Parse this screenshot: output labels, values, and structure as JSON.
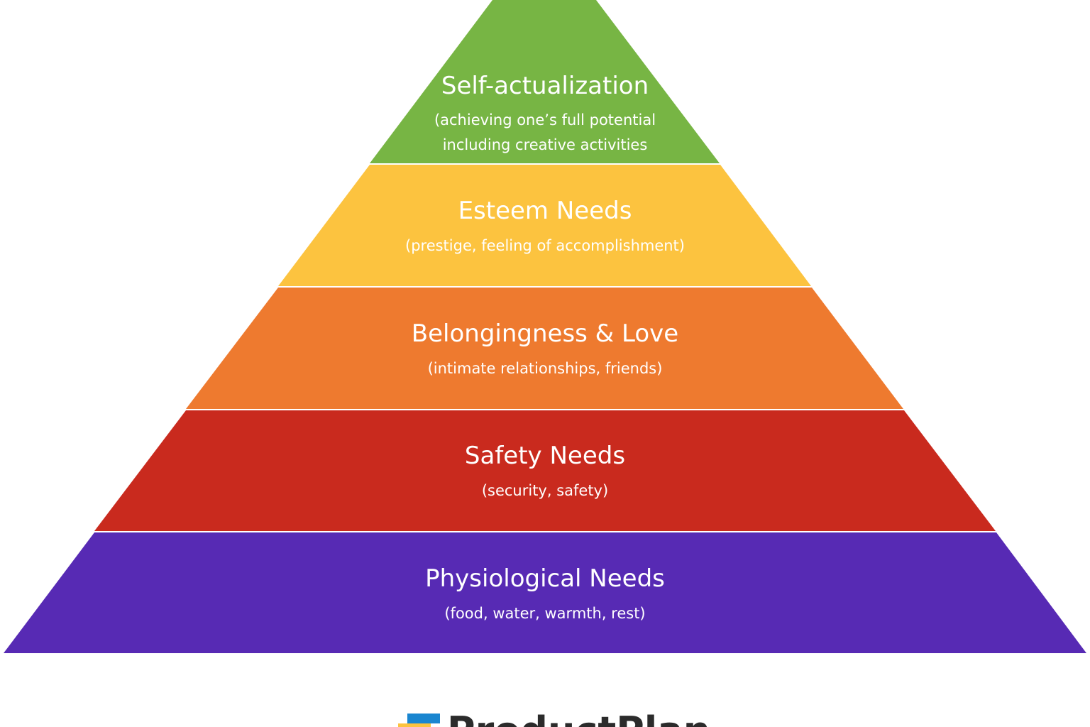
{
  "tiers": [
    {
      "id": "self-actualization",
      "title": "Self-actualization",
      "subtitle_lines": [
        "(achieving one’s full potential",
        "including creative activities"
      ],
      "color": "#77B544"
    },
    {
      "id": "esteem",
      "title": "Esteem Needs",
      "subtitle_lines": [
        "(prestige, feeling of accomplishment)"
      ],
      "color": "#FCC33F"
    },
    {
      "id": "belongingness",
      "title": "Belongingness & Love",
      "subtitle_lines": [
        "(intimate relationships, friends)"
      ],
      "color": "#EE7A2F"
    },
    {
      "id": "safety",
      "title": "Safety Needs",
      "subtitle_lines": [
        "(security, safety)"
      ],
      "color": "#C92A1E"
    },
    {
      "id": "physiological",
      "title": "Physiological Needs",
      "subtitle_lines": [
        "(food, water, warmth, rest)"
      ],
      "color": "#572AB4"
    }
  ],
  "logo": {
    "text": "ProductPlan",
    "icon": "productplan-logo-icon",
    "colors": {
      "blue": "#1A86D0",
      "yellow": "#FCC33F"
    }
  }
}
